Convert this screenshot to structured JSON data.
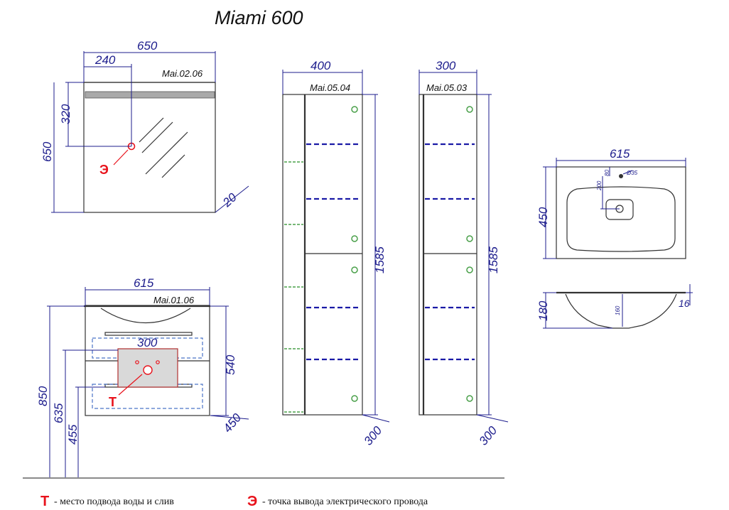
{
  "title": "Miami 600",
  "colors": {
    "dimension": "#1c1c8c",
    "marker": "#e8121b",
    "shelf": "#1a1aa6",
    "knob": "#4aa04a"
  },
  "mirror": {
    "code": "Mai.02.06",
    "width": "650",
    "outlet_offset_x": "240",
    "outlet_offset_y": "320",
    "height": "650",
    "depth": "20",
    "outlet_marker": "Э"
  },
  "cabinet": {
    "code": "Mai.01.06",
    "width": "615",
    "inner_width": "300",
    "height": "540",
    "total_height": "850",
    "height_635": "635",
    "height_455": "455",
    "depth": "450",
    "water_marker": "T"
  },
  "column_400": {
    "code": "Mai.05.04",
    "width": "400",
    "height": "1585",
    "depth": "300"
  },
  "column_300": {
    "code": "Mai.05.03",
    "width": "300",
    "height": "1585",
    "depth": "300"
  },
  "basin": {
    "width": "615",
    "depth": "450",
    "height": "180",
    "rim": "16",
    "hole_dim_a": "200",
    "hole_dim_b": "80",
    "hole_diameter": "Ø35",
    "bowl_depth": "160"
  },
  "legend": {
    "t_symbol": "Т",
    "t_text": "- место подвода воды и слив",
    "e_symbol": "Э",
    "e_text": "- точка вывода электрического провода"
  }
}
